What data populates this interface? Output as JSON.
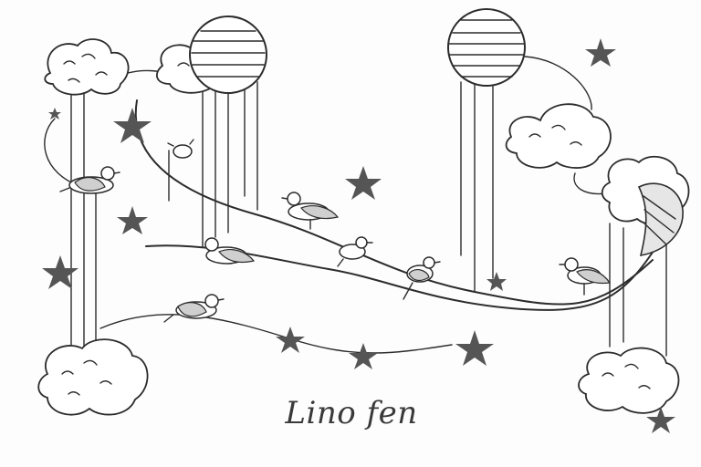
{
  "caption": {
    "text": "Lino fen"
  },
  "colors": {
    "ink": "#2c2c2c",
    "star": "#555555",
    "paper": "#fdfdfd"
  },
  "scene": {
    "style": "black-and-white pen sketch",
    "elements": [
      "clouds",
      "planets",
      "birds",
      "stars",
      "strings"
    ]
  }
}
